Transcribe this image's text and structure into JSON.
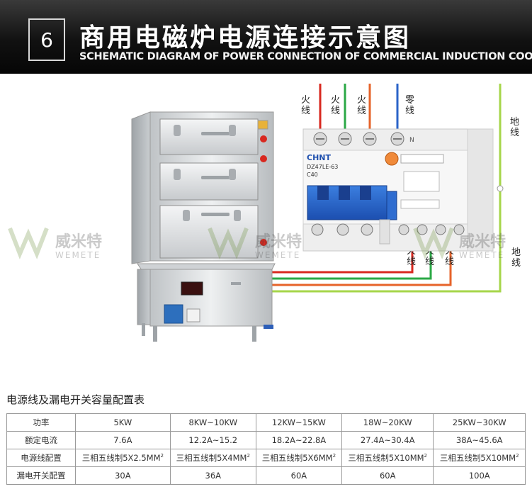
{
  "header": {
    "number": "6",
    "title_cn": "商用电磁炉电源连接示意图",
    "title_en": "SCHEMATIC DIAGRAM OF POWER CONNECTION OF COMMERCIAL INDUCTION COOKER"
  },
  "diagram": {
    "top_wires": [
      {
        "label": "火\n线",
        "color": "#d8281f"
      },
      {
        "label": "火\n线",
        "color": "#2aa845"
      },
      {
        "label": "火\n线",
        "color": "#e6632a"
      },
      {
        "label": "零\n线",
        "color": "#2a63c8"
      }
    ],
    "ground_label_top": "地\n线",
    "ground_label_bottom": "地\n线",
    "ground_color": "#a6d64a",
    "bottom_wire_labels": [
      "火\n线",
      "火\n线",
      "火\n线"
    ],
    "breaker": {
      "brand": "CHNT",
      "model": "DZ47LE-63",
      "rating": "C40",
      "n_mark": "N"
    },
    "watermark": {
      "brand_cn": "威米特",
      "brand_en": "WEMETE"
    }
  },
  "table": {
    "title": "电源线及漏电开关容量配置表",
    "rows": [
      {
        "label": "功率",
        "cells": [
          "5KW",
          "8KW~10KW",
          "12KW~15KW",
          "18W~20KW",
          "25KW~30KW"
        ]
      },
      {
        "label": "额定电流",
        "cells": [
          "7.6A",
          "12.2A~15.2",
          "18.2A~22.8A",
          "27.4A~30.4A",
          "38A~45.6A"
        ]
      },
      {
        "label": "电源线配置",
        "cells": [
          "三相五线制5X2.5MM",
          "三相五线制5X4MM",
          "三相五线制5X6MM",
          "三相五线制5X10MM",
          "三相五线制5X10MM"
        ],
        "sup": "2"
      },
      {
        "label": "漏电开关配置",
        "cells": [
          "30A",
          "36A",
          "60A",
          "60A",
          "100A"
        ]
      }
    ]
  }
}
